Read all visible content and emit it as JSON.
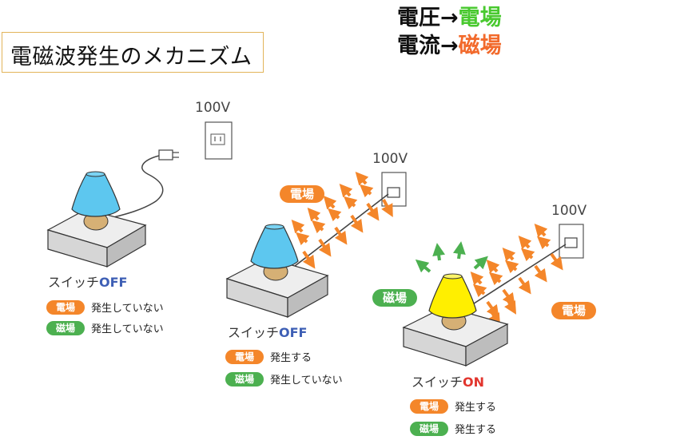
{
  "title": "電磁波発生のメカニズム",
  "legend": {
    "voltage": "電圧",
    "field_e": "電場",
    "current": "電流",
    "field_m": "磁場",
    "arrow": "→"
  },
  "colors": {
    "electric": "#f4862a",
    "magnetic": "#4cb050",
    "lamp_off": "#5dc7ef",
    "lamp_on": "#ffef00"
  },
  "outlet_voltage": "100V",
  "panels": [
    {
      "switch_prefix": "スイッチ",
      "switch_state": "OFF",
      "e_label": "電場",
      "e_status": "発生していない",
      "m_label": "磁場",
      "m_status": "発生していない"
    },
    {
      "switch_prefix": "スイッチ",
      "switch_state": "OFF",
      "e_label": "電場",
      "e_status": "発生する",
      "m_label": "磁場",
      "m_status": "発生していない",
      "field_tag": "電場"
    },
    {
      "switch_prefix": "スイッチ",
      "switch_state": "ON",
      "e_label": "電場",
      "e_status": "発生する",
      "m_label": "磁場",
      "m_status": "発生する",
      "field_tag_e": "電場",
      "field_tag_m": "磁場"
    }
  ]
}
